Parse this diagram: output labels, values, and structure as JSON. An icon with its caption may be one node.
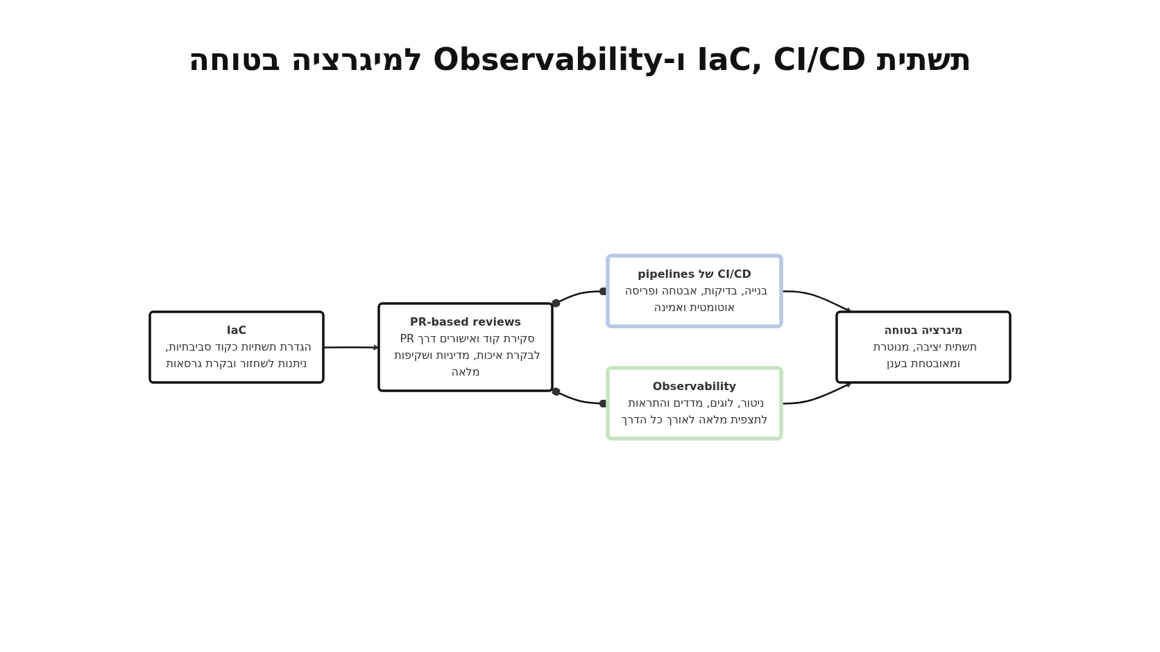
{
  "diagram": {
    "title": "תשתית IaC, CI/CD ו-Observability למיגרציה בטוחה",
    "nodes": [
      {
        "text": [
          "IaC",
          "הגדרת תשתיות כקוד סביבתיות, ניתנות לשחזור ובקרת גרסאות"
        ]
      },
      {
        "text": [
          "PR-based reviews",
          "סקירת קוד ואישורים דרך PR לבקרת איכות, מדיניות ושקיפות מלאה"
        ]
      },
      {
        "text": [
          "CI/CD של pipelines",
          "בנייה, בדיקות, אבטחה ופריסה אוטומטית ואמינה"
        ]
      },
      {
        "text": [
          "Observability",
          "ניטור, לוגים, מדדים והתראות לתצפית מלאה לאורך כל הדרך"
        ]
      },
      {
        "text": [
          "מיגרציה בטוחה",
          "תשתית יציבה, מנוטרת ומאובטחת בענן"
        ]
      }
    ],
    "edges": [
      {
        "from": 0,
        "to": 1,
        "arrow": "to"
      },
      {
        "from": 1,
        "to": 2,
        "arrow": "other"
      },
      {
        "from": 1,
        "to": 3,
        "arrow": "other"
      },
      {
        "from": 2,
        "to": 4,
        "arrow": "to"
      },
      {
        "from": 3,
        "to": 4,
        "arrow": "to"
      }
    ]
  }
}
